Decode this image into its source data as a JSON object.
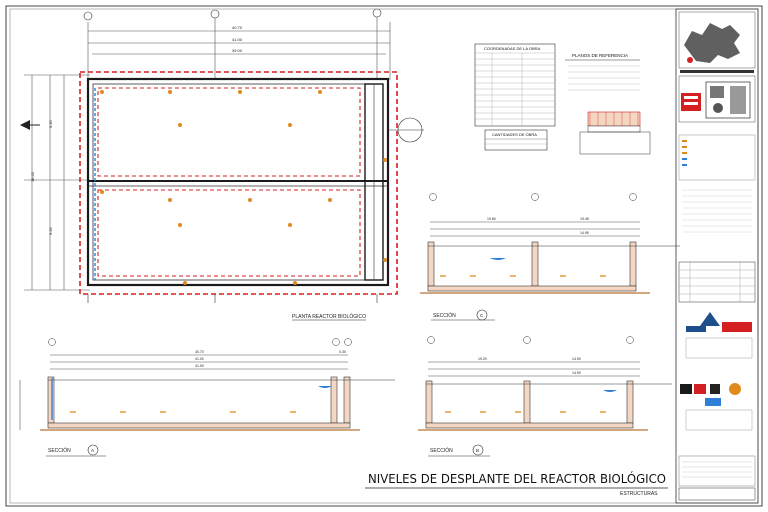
{
  "drawing": {
    "main_title": "NIVELES DE DESPLANTE DEL REACTOR BIOLÓGICO",
    "discipline": "ESTRUCTURAS"
  },
  "plan_view": {
    "title": "PLANTA REACTOR BIOLÓGICO",
    "dims_top": [
      "40.70",
      "41.00",
      "39.00"
    ],
    "dims_left": [
      "9.45",
      "18.45",
      "9.45"
    ]
  },
  "tables": {
    "coordinates_title": "COORDENADAS DE LA OBRA",
    "references_title": "PLANOS DE REFERENCIA",
    "quantities_title": "CANTIDADES DE OBRA"
  },
  "sections": {
    "label": "SECCIÓN",
    "a": "A",
    "b": "B",
    "c": "C",
    "dims_a": [
      "40.70",
      "41.00",
      "41.00",
      "0.30"
    ],
    "dims_b": [
      "19.20",
      "14.90",
      "14.90"
    ],
    "dims_c": [
      "19.60",
      "19.45",
      "14.95"
    ]
  },
  "colors": {
    "ink": "#1a1a1a",
    "dashed_red": "#d42020",
    "water": "#2f7fd6",
    "soil": "#b87333",
    "accent": "#e08a1e"
  }
}
